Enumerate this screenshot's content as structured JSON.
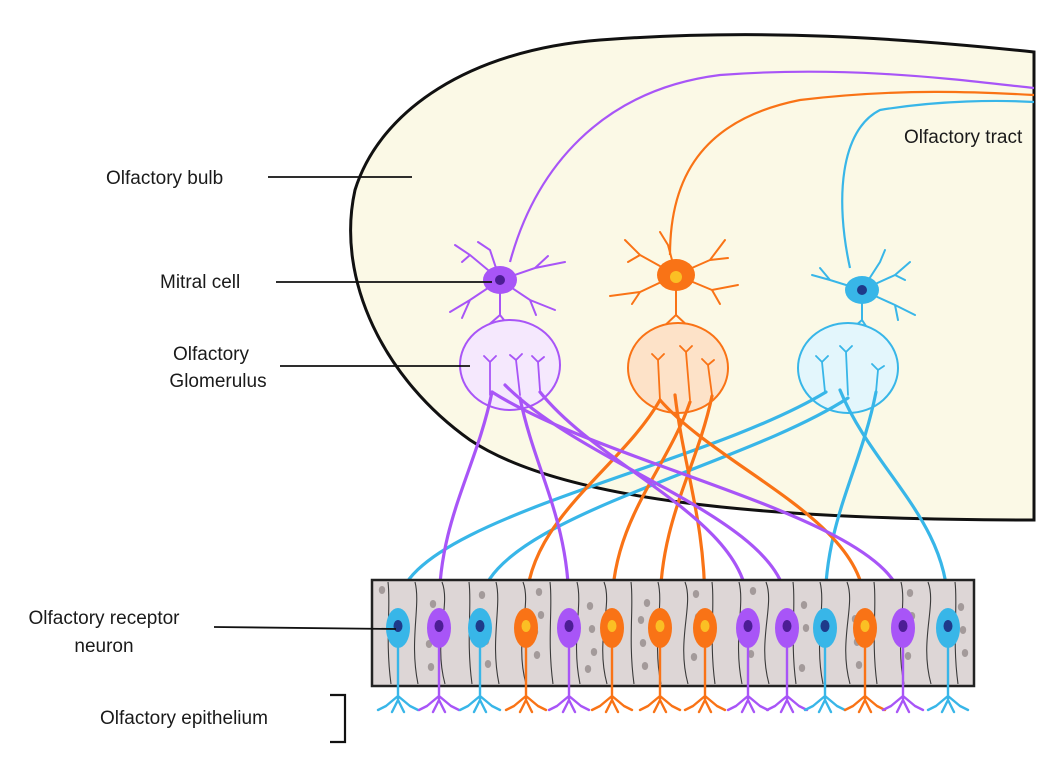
{
  "labels": {
    "olfactory_bulb": "Olfactory bulb",
    "mitral_cell": "Mitral cell",
    "glomerulus_line1": "Olfactory",
    "glomerulus_line2": "Glomerulus",
    "olfactory_tract": "Olfactory tract",
    "receptor_line1": "Olfactory receptor",
    "receptor_line2": "neuron",
    "epithelium": "Olfactory epithelium"
  },
  "colors": {
    "bulb_fill": "#fbf9e6",
    "outline": "#111111",
    "purple": "#a855f7",
    "orange": "#f97316",
    "blue": "#38b6e8",
    "purple_nucleus": "#4c1d95",
    "orange_nucleus": "#fbbf24",
    "blue_nucleus": "#1e3a8a",
    "glomerulus_purple_fill": "#f5e8fd",
    "glomerulus_orange_fill": "#fde2c8",
    "glomerulus_blue_fill": "#e3f6fc",
    "epithelium_fill": "#ddd6d6",
    "epithelium_dot": "#a39a9a"
  },
  "receptor_neuron_colors": [
    "blue",
    "purple",
    "blue",
    "orange",
    "purple",
    "orange",
    "orange",
    "orange",
    "purple",
    "purple",
    "blue",
    "orange",
    "purple",
    "blue"
  ],
  "icons": {
    "mitral_cells": [
      "purple",
      "orange",
      "blue"
    ],
    "glomeruli": [
      "purple",
      "orange",
      "blue"
    ]
  }
}
